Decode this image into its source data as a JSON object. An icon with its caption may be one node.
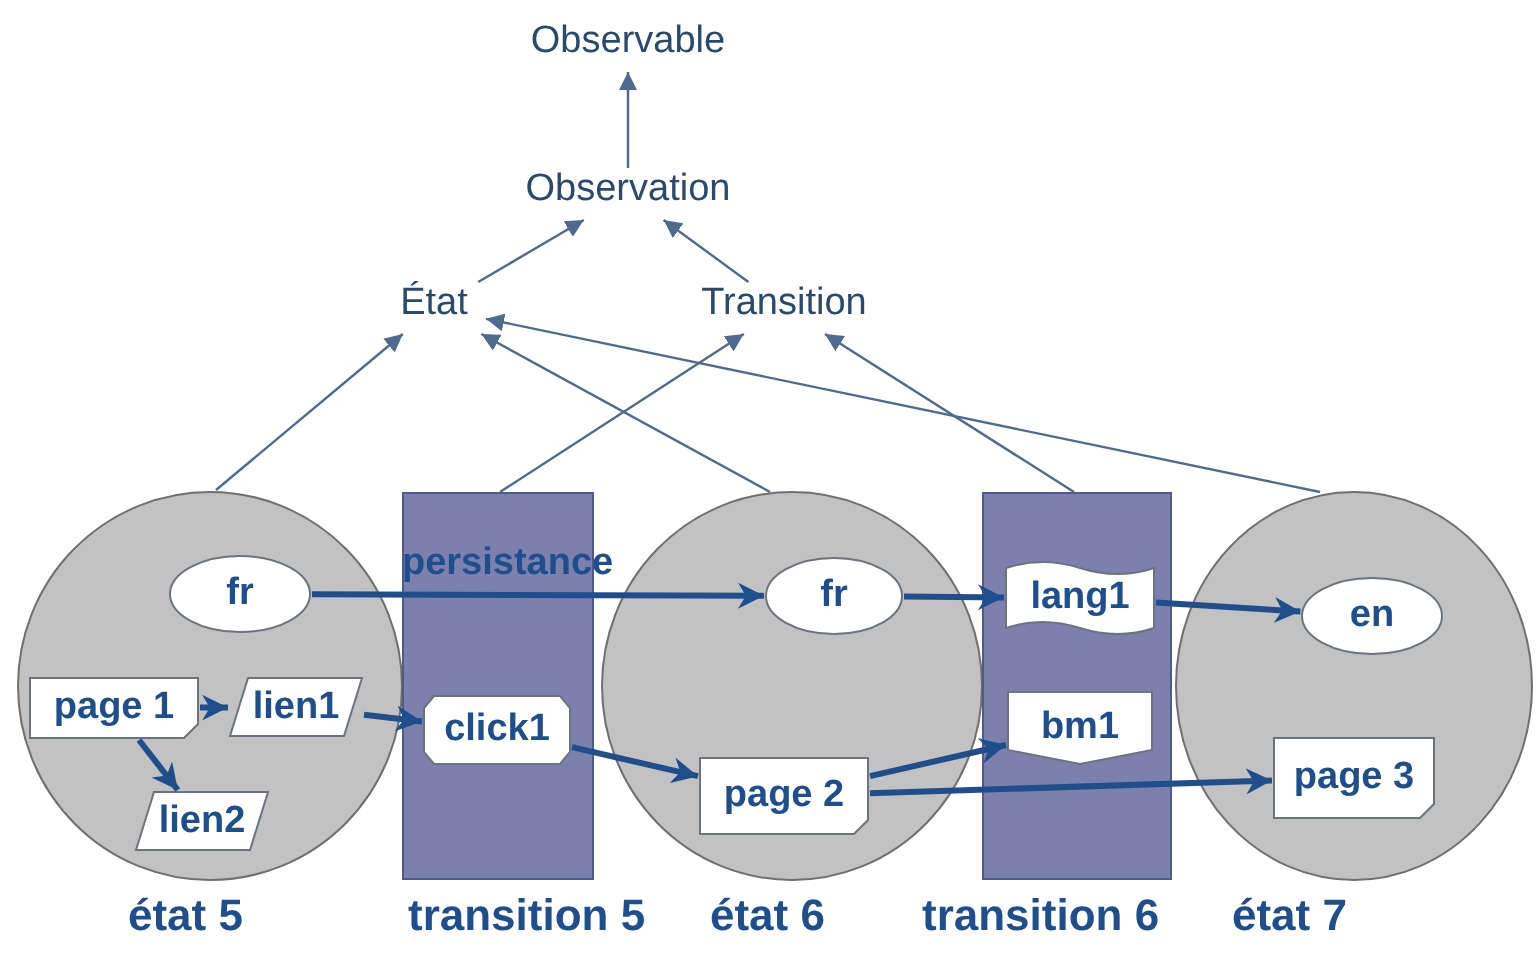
{
  "diagram": {
    "nodes": [
      {
        "text": [
          "Observable"
        ]
      },
      {
        "text": [
          "Observation"
        ]
      },
      {
        "text": [
          "État"
        ]
      },
      {
        "text": [
          "Transition"
        ]
      },
      {
        "text": [],
        "shape": "circle",
        "beside": [
          "état 5"
        ]
      },
      {
        "text": [
          "fr"
        ],
        "in": 4
      },
      {
        "text": [
          "page 1"
        ],
        "in": 4
      },
      {
        "text": [
          "lien1"
        ],
        "in": 4
      },
      {
        "text": [
          "lien2"
        ],
        "in": 4
      },
      {
        "text": [],
        "shape": "box",
        "beside": [
          "transition 5"
        ]
      },
      {
        "text": [
          "click1"
        ],
        "in": 9
      },
      {
        "text": [],
        "shape": "circle",
        "beside": [
          "état 6"
        ]
      },
      {
        "text": [
          "fr"
        ],
        "in": 11
      },
      {
        "text": [
          "page 2"
        ],
        "in": 11
      },
      {
        "text": [],
        "shape": "box",
        "beside": [
          "transition 6"
        ]
      },
      {
        "text": [
          "lang1"
        ],
        "in": 14
      },
      {
        "text": [
          "bm1"
        ],
        "in": 14
      },
      {
        "text": [],
        "shape": "circle",
        "beside": [
          "état 7"
        ]
      },
      {
        "text": [
          "en"
        ],
        "in": 17
      },
      {
        "text": [
          "page 3"
        ],
        "in": 17
      }
    ],
    "edges": [
      {
        "from": 1,
        "to": 0,
        "arrow": "to",
        "color": "#4e6a8c"
      },
      {
        "from": 2,
        "to": 1,
        "arrow": "to",
        "color": "#4e6a8c"
      },
      {
        "from": 3,
        "to": 1,
        "arrow": "to",
        "color": "#4e6a8c"
      },
      {
        "from": 4,
        "to": 2,
        "arrow": "to",
        "color": "#4e6a8c"
      },
      {
        "from": 11,
        "to": 2,
        "arrow": "to",
        "color": "#4e6a8c"
      },
      {
        "from": 17,
        "to": 2,
        "arrow": "to",
        "color": "#4e6a8c"
      },
      {
        "from": 9,
        "to": 3,
        "arrow": "to",
        "color": "#4e6a8c"
      },
      {
        "from": 14,
        "to": 3,
        "arrow": "to",
        "color": "#4e6a8c"
      },
      {
        "from": 5,
        "to": 12,
        "arrow": "to",
        "label": "persistance"
      },
      {
        "from": 6,
        "to": 7,
        "arrow": "to"
      },
      {
        "from": 6,
        "to": 8,
        "arrow": "to"
      },
      {
        "from": 7,
        "to": 10,
        "arrow": "to"
      },
      {
        "from": 10,
        "to": 13,
        "arrow": "to"
      },
      {
        "from": 12,
        "to": 15,
        "arrow": "to"
      },
      {
        "from": 15,
        "to": 18,
        "arrow": "to"
      },
      {
        "from": 13,
        "to": 16,
        "arrow": "to"
      },
      {
        "from": 13,
        "to": 19,
        "arrow": "to"
      }
    ]
  }
}
